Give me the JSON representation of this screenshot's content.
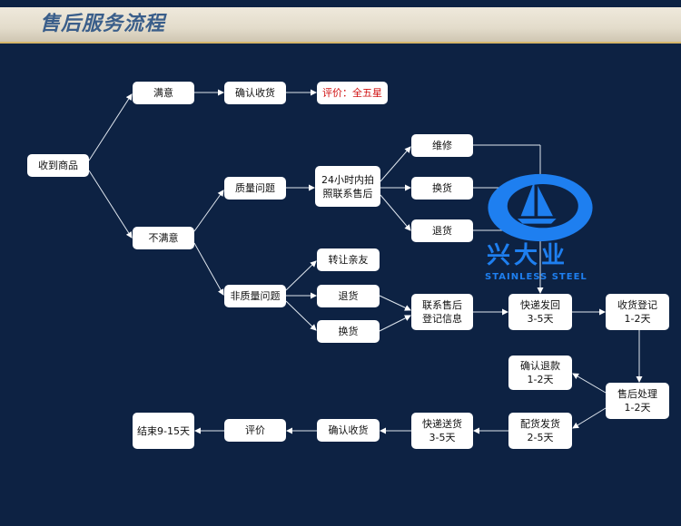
{
  "header": {
    "title": "售后服务流程"
  },
  "logo": {
    "name_cn": "兴大业",
    "name_en": "STAINLESS STEEL"
  },
  "nodes": {
    "received": "收到商品",
    "satisfied": "满意",
    "confirm_receipt_1": "确认收货",
    "review_five_star": "评价：全五星",
    "unsatisfied": "不满意",
    "quality_issue": "质量问题",
    "contact_24h": "24小时内拍\n照联系售后",
    "repair": "维修",
    "exchange_q": "换货",
    "return_q": "退货",
    "non_quality_issue": "非质量问题",
    "transfer_friends": "转让亲友",
    "return_nq": "退货",
    "exchange_nq": "换货",
    "contact_register": "联系售后\n登记信息",
    "ship_back": "快递发回\n3-5天",
    "receive_register": "收货登记\n1-2天",
    "confirm_refund": "确认退款\n1-2天",
    "after_sales_process": "售后处理\n1-2天",
    "prepare_ship": "配货发货\n2-5天",
    "express_delivery": "快递送货\n3-5天",
    "confirm_receipt_2": "确认收货",
    "review": "评价",
    "end": "结束9-15天"
  },
  "colors": {
    "background": "#0d2243",
    "accent_red": "#d01010",
    "logo_blue": "#1e7ff0"
  }
}
